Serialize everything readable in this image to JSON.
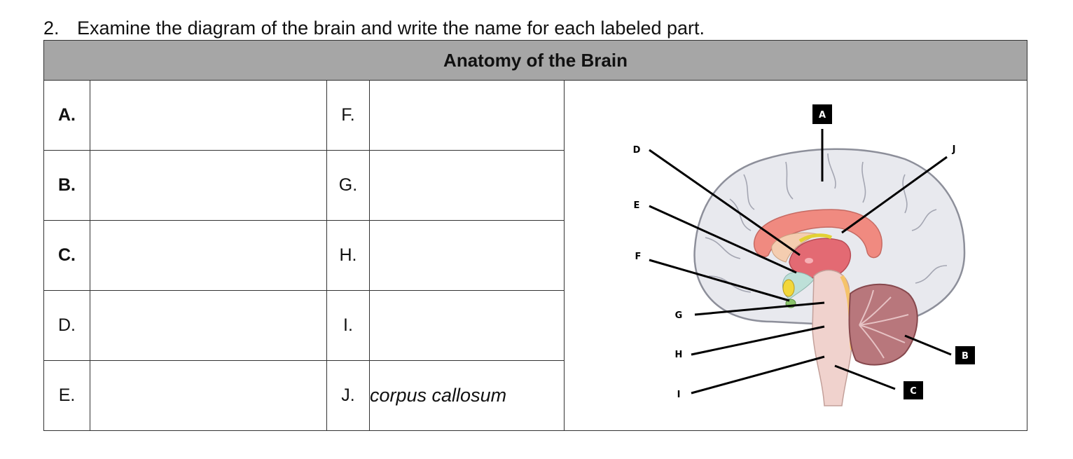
{
  "question": {
    "number": "2.",
    "text": "Examine the diagram of the brain and write the name for each labeled part."
  },
  "table": {
    "title": "Anatomy of the Brain",
    "left": [
      {
        "label": "A.",
        "answer": ""
      },
      {
        "label": "B.",
        "answer": ""
      },
      {
        "label": "C.",
        "answer": ""
      },
      {
        "label": "D.",
        "answer": ""
      },
      {
        "label": "E.",
        "answer": ""
      }
    ],
    "right": [
      {
        "label": "F.",
        "answer": ""
      },
      {
        "label": "G.",
        "answer": ""
      },
      {
        "label": "H.",
        "answer": ""
      },
      {
        "label": "I.",
        "answer": ""
      },
      {
        "label": "J.",
        "answer": "corpus callosum"
      }
    ]
  },
  "diagram": {
    "labels": {
      "A": "A",
      "B": "B",
      "C": "C",
      "D": "D",
      "E": "E",
      "F": "F",
      "G": "G",
      "H": "H",
      "I": "I",
      "J": "J"
    }
  }
}
